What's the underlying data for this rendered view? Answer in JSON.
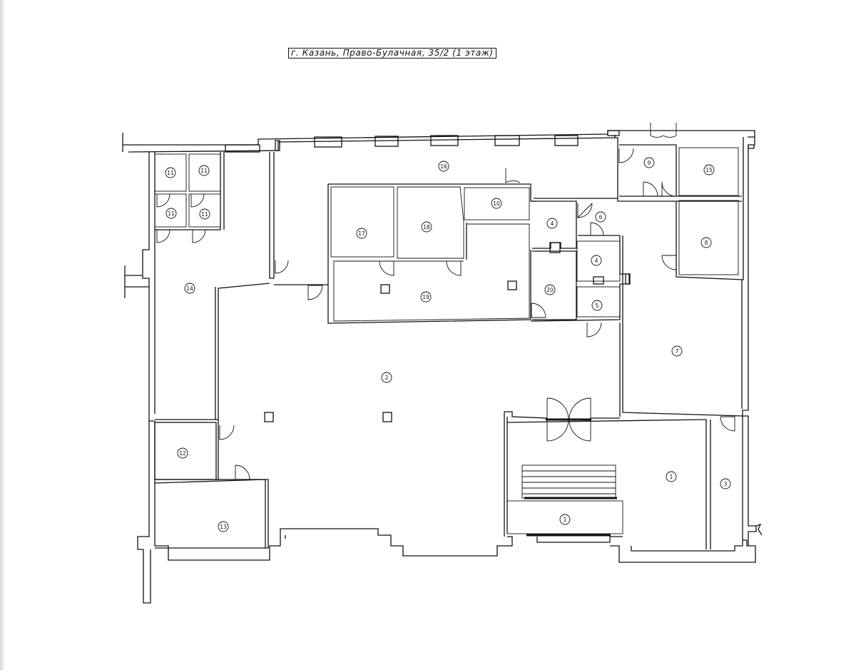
{
  "title": "г. Казань, Право-Булачная, 35/2 (1 этаж)",
  "rooms": [
    {
      "id": "room-16-label",
      "label": "16"
    },
    {
      "id": "room-11a-label",
      "label": "11"
    },
    {
      "id": "room-11b-label",
      "label": "11"
    },
    {
      "id": "room-11c-label",
      "label": "11"
    },
    {
      "id": "room-11d-label",
      "label": "11"
    },
    {
      "id": "room-14-label",
      "label": "14"
    },
    {
      "id": "room-17-label",
      "label": "17"
    },
    {
      "id": "room-18-label",
      "label": "18"
    },
    {
      "id": "room-10-label",
      "label": "10"
    },
    {
      "id": "room-19-label",
      "label": "19"
    },
    {
      "id": "room-4a-label",
      "label": "4"
    },
    {
      "id": "room-6-label",
      "label": "6"
    },
    {
      "id": "room-4b-label",
      "label": "4"
    },
    {
      "id": "room-20-label",
      "label": "20"
    },
    {
      "id": "room-5-label",
      "label": "5"
    },
    {
      "id": "room-9-label",
      "label": "9"
    },
    {
      "id": "room-15-label",
      "label": "15"
    },
    {
      "id": "room-8-label",
      "label": "8"
    },
    {
      "id": "room-7-label",
      "label": "7"
    },
    {
      "id": "room-2-label",
      "label": "2"
    },
    {
      "id": "room-12-label",
      "label": "12"
    },
    {
      "id": "room-13-label",
      "label": "13"
    },
    {
      "id": "room-1a-label",
      "label": "1"
    },
    {
      "id": "room-1b-label",
      "label": "1"
    },
    {
      "id": "room-3-label",
      "label": "3"
    }
  ]
}
